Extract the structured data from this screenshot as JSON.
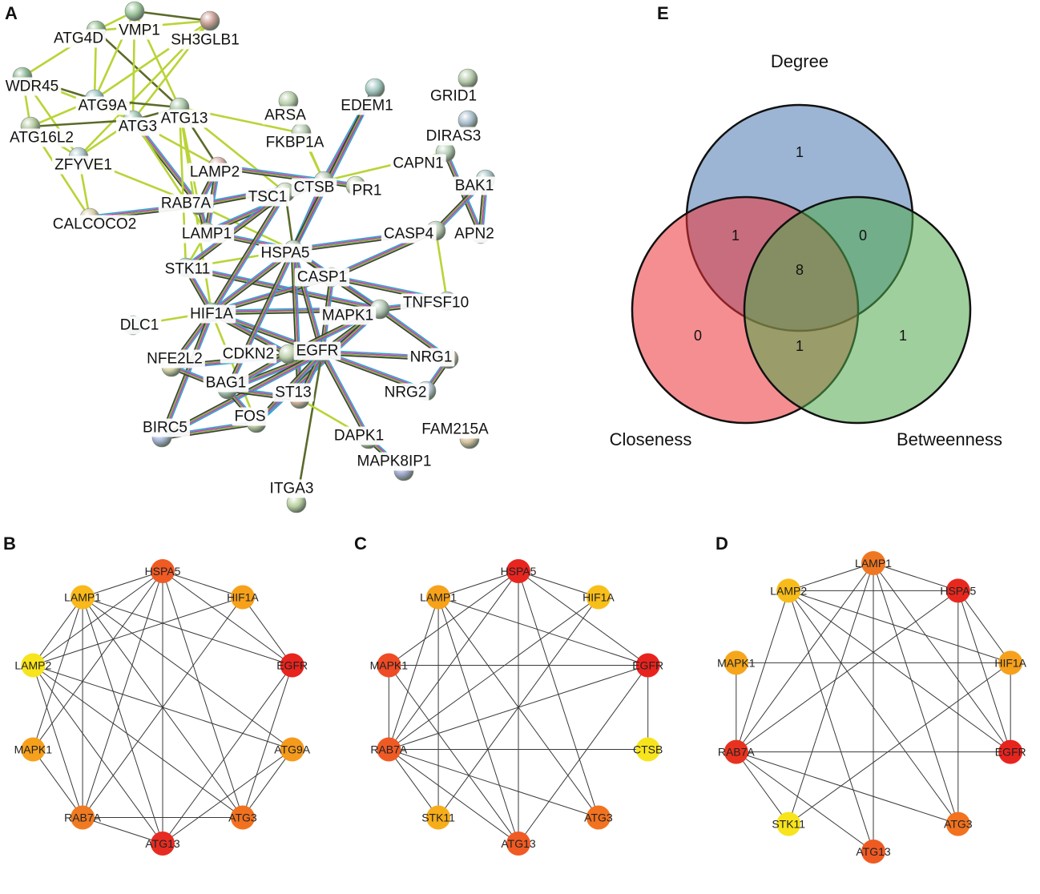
{
  "panel_letters": {
    "a": "A",
    "b": "B",
    "c": "C",
    "d": "D",
    "e": "E"
  },
  "ppi_network": {
    "nodes": [
      {
        "id": "ATG4D",
        "label": "ATG4D",
        "color": "#8fb98a"
      },
      {
        "id": "VMP1",
        "label": "VMP1",
        "color": "#9cc59a"
      },
      {
        "id": "SH3GLB1",
        "label": "SH3GLB1",
        "color": "#c79a90"
      },
      {
        "id": "WDR45",
        "label": "WDR45",
        "color": "#88b390"
      },
      {
        "id": "ATG9A",
        "label": "ATG9A",
        "color": "#9cc4c4"
      },
      {
        "id": "ATG3",
        "label": "ATG3",
        "color": "#9cc0b2"
      },
      {
        "id": "ATG13",
        "label": "ATG13",
        "color": "#a8c6a4"
      },
      {
        "id": "ATG16L2",
        "label": "ATG16L2",
        "color": "#b0c49a"
      },
      {
        "id": "ZFYVE1",
        "label": "ZFYVE1",
        "color": "#a9c2c6"
      },
      {
        "id": "CALCOCO2",
        "label": "CALCOCO2",
        "color": "#d4c8a2"
      },
      {
        "id": "LAMP2",
        "label": "LAMP2",
        "color": "#d8aaa6"
      },
      {
        "id": "RAB7A",
        "label": "RAB7A",
        "color": "#a6c4b2"
      },
      {
        "id": "LAMP1",
        "label": "LAMP1",
        "color": "#b6c9a6"
      },
      {
        "id": "STK11",
        "label": "STK11",
        "color": "#8fb8b0"
      },
      {
        "id": "HIF1A",
        "label": "HIF1A",
        "color": "#90b8a2"
      },
      {
        "id": "DLC1",
        "label": "DLC1",
        "color": "#9fbad2"
      },
      {
        "id": "NFE2L2",
        "label": "NFE2L2",
        "color": "#d8d6a8"
      },
      {
        "id": "CDKN2",
        "label": "CDKN2",
        "color": "#c0d2ae"
      },
      {
        "id": "BAG1",
        "label": "BAG1",
        "color": "#a9c6b4"
      },
      {
        "id": "BIRC5",
        "label": "BIRC5",
        "color": "#a6b4d8"
      },
      {
        "id": "FOS",
        "label": "FOS",
        "color": "#c2d2a6"
      },
      {
        "id": "ST13",
        "label": "ST13",
        "color": "#d6b6a2"
      },
      {
        "id": "EGFR",
        "label": "EGFR",
        "color": "#a8c0c4"
      },
      {
        "id": "HSPA5",
        "label": "HSPA5",
        "color": "#b2c6b2"
      },
      {
        "id": "CASP1",
        "label": "CASP1",
        "color": "#c4d2b2"
      },
      {
        "id": "MAPK1",
        "label": "MAPK1",
        "color": "#b4c8b6"
      },
      {
        "id": "TSC1",
        "label": "TSC1",
        "color": "#c2d2b8"
      },
      {
        "id": "CTSB",
        "label": "CTSB",
        "color": "#b6c6b4"
      },
      {
        "id": "PR1",
        "label": "PR1",
        "color": "#c8d6b8"
      },
      {
        "id": "FKBP1A",
        "label": "FKBP1A",
        "color": "#b4c8ae"
      },
      {
        "id": "ARSA",
        "label": "ARSA",
        "color": "#b6cca8"
      },
      {
        "id": "EDEM1",
        "label": "EDEM1",
        "color": "#9fc4c0"
      },
      {
        "id": "GRID1",
        "label": "GRID1",
        "color": "#b4c8a8"
      },
      {
        "id": "DIRAS3",
        "label": "DIRAS3",
        "color": "#a8bccc"
      },
      {
        "id": "CAPN1",
        "label": "CAPN1",
        "color": "#b2c8b0"
      },
      {
        "id": "BAK1",
        "label": "BAK1",
        "color": "#a2c0c6"
      },
      {
        "id": "CASP4",
        "label": "CASP4",
        "color": "#b8c8b0"
      },
      {
        "id": "CAPN2",
        "label": "APN2",
        "color": "#b0c2b8"
      },
      {
        "id": "TNFSF10",
        "label": "TNFSF10",
        "color": "#a4b8cc"
      },
      {
        "id": "NRG1",
        "label": "NRG1",
        "color": "#d8c0aa"
      },
      {
        "id": "NRG2",
        "label": "NRG2",
        "color": "#b6c2d0"
      },
      {
        "id": "DAPK1",
        "label": "DAPK1",
        "color": "#b8d0a6"
      },
      {
        "id": "FAM215A",
        "label": "FAM215A",
        "color": "#d6c29e"
      },
      {
        "id": "MAPK8IP1",
        "label": "MAPK8IP1",
        "color": "#9ea6cc"
      },
      {
        "id": "ITGA3",
        "label": "ITGA3",
        "color": "#b8d0a0"
      }
    ],
    "edges": [
      [
        "ATG4D",
        "VMP1",
        "g"
      ],
      [
        "ATG4D",
        "WDR45",
        "g"
      ],
      [
        "ATG4D",
        "ATG9A",
        "g"
      ],
      [
        "ATG4D",
        "ATG13",
        "d"
      ],
      [
        "ATG4D",
        "SH3GLB1",
        "g"
      ],
      [
        "VMP1",
        "SH3GLB1",
        "d"
      ],
      [
        "VMP1",
        "ATG9A",
        "g"
      ],
      [
        "VMP1",
        "ATG13",
        "g"
      ],
      [
        "VMP1",
        "ATG3",
        "g"
      ],
      [
        "SH3GLB1",
        "ATG9A",
        "g"
      ],
      [
        "SH3GLB1",
        "ATG3",
        "g"
      ],
      [
        "SH3GLB1",
        "ZFYVE1",
        "g"
      ],
      [
        "WDR45",
        "ATG9A",
        "d"
      ],
      [
        "WDR45",
        "ATG16L2",
        "g"
      ],
      [
        "WDR45",
        "ATG3",
        "g"
      ],
      [
        "WDR45",
        "ZFYVE1",
        "g"
      ],
      [
        "ATG9A",
        "ATG3",
        "d"
      ],
      [
        "ATG9A",
        "ATG13",
        "d"
      ],
      [
        "ATG9A",
        "ATG16L2",
        "g"
      ],
      [
        "ATG9A",
        "LAMP2",
        "g"
      ],
      [
        "ATG3",
        "ATG13",
        "d"
      ],
      [
        "ATG3",
        "ATG16L2",
        "d"
      ],
      [
        "ATG3",
        "ZFYVE1",
        "g"
      ],
      [
        "ATG3",
        "RAB7A",
        "m"
      ],
      [
        "ATG3",
        "LAMP1",
        "g"
      ],
      [
        "ATG13",
        "TSC1",
        "g"
      ],
      [
        "ATG13",
        "FKBP1A",
        "g"
      ],
      [
        "ATG13",
        "RAB7A",
        "g"
      ],
      [
        "ATG13",
        "STK11",
        "g"
      ],
      [
        "ATG13",
        "HIF1A",
        "g"
      ],
      [
        "ATG13",
        "LAMP2",
        "d"
      ],
      [
        "ATG16L2",
        "ZFYVE1",
        "g"
      ],
      [
        "ATG16L2",
        "CALCOCO2",
        "g"
      ],
      [
        "ZFYVE1",
        "CALCOCO2",
        "g"
      ],
      [
        "ZFYVE1",
        "RAB7A",
        "g"
      ],
      [
        "CALCOCO2",
        "RAB7A",
        "m"
      ],
      [
        "LAMP2",
        "LAMP1",
        "m"
      ],
      [
        "LAMP2",
        "RAB7A",
        "m"
      ],
      [
        "LAMP2",
        "CTSB",
        "m"
      ],
      [
        "RAB7A",
        "LAMP1",
        "m"
      ],
      [
        "RAB7A",
        "TSC1",
        "g"
      ],
      [
        "RAB7A",
        "CTSB",
        "m"
      ],
      [
        "RAB7A",
        "HSPA5",
        "g"
      ],
      [
        "LAMP1",
        "CTSB",
        "m"
      ],
      [
        "LAMP1",
        "HSPA5",
        "m"
      ],
      [
        "LAMP1",
        "STK11",
        "g"
      ],
      [
        "STK11",
        "HSPA5",
        "g"
      ],
      [
        "STK11",
        "HIF1A",
        "m"
      ],
      [
        "STK11",
        "MAPK1",
        "m"
      ],
      [
        "STK11",
        "TSC1",
        "m"
      ],
      [
        "HIF1A",
        "HSPA5",
        "m"
      ],
      [
        "HIF1A",
        "EGFR",
        "m"
      ],
      [
        "HIF1A",
        "MAPK1",
        "m"
      ],
      [
        "HIF1A",
        "CASP1",
        "m"
      ],
      [
        "HIF1A",
        "NFE2L2",
        "m"
      ],
      [
        "HIF1A",
        "CDKN2",
        "m"
      ],
      [
        "HIF1A",
        "BIRC5",
        "m"
      ],
      [
        "HIF1A",
        "FOS",
        "g"
      ],
      [
        "HIF1A",
        "DLC1",
        "g"
      ],
      [
        "HSPA5",
        "EGFR",
        "m"
      ],
      [
        "HSPA5",
        "CASP1",
        "m"
      ],
      [
        "HSPA5",
        "MAPK1",
        "m"
      ],
      [
        "HSPA5",
        "CTSB",
        "m"
      ],
      [
        "HSPA5",
        "TSC1",
        "d"
      ],
      [
        "HSPA5",
        "CASP4",
        "m"
      ],
      [
        "HSPA5",
        "ST13",
        "m"
      ],
      [
        "HSPA5",
        "BAG1",
        "m"
      ],
      [
        "CASP1",
        "EGFR",
        "m"
      ],
      [
        "CASP1",
        "CASP4",
        "m"
      ],
      [
        "CASP1",
        "TNFSF10",
        "m"
      ],
      [
        "CASP1",
        "MAPK1",
        "m"
      ],
      [
        "MAPK1",
        "EGFR",
        "m"
      ],
      [
        "MAPK1",
        "TNFSF10",
        "m"
      ],
      [
        "MAPK1",
        "NRG1",
        "m"
      ],
      [
        "MAPK1",
        "FOS",
        "m"
      ],
      [
        "MAPK1",
        "CDKN2",
        "m"
      ],
      [
        "EGFR",
        "NRG1",
        "m"
      ],
      [
        "EGFR",
        "NRG2",
        "m"
      ],
      [
        "EGFR",
        "ST13",
        "m"
      ],
      [
        "EGFR",
        "FOS",
        "m"
      ],
      [
        "EGFR",
        "BAG1",
        "m"
      ],
      [
        "EGFR",
        "DAPK1",
        "m"
      ],
      [
        "EGFR",
        "ITGA3",
        "d"
      ],
      [
        "EGFR",
        "CDKN2",
        "m"
      ],
      [
        "EGFR",
        "BIRC5",
        "m"
      ],
      [
        "EGFR",
        "NFE2L2",
        "m"
      ],
      [
        "CDKN2",
        "BAG1",
        "m"
      ],
      [
        "BAG1",
        "ST13",
        "m"
      ],
      [
        "BAG1",
        "FOS",
        "m"
      ],
      [
        "BIRC5",
        "FOS",
        "m"
      ],
      [
        "NFE2L2",
        "BAG1",
        "m"
      ],
      [
        "CTSB",
        "CAPN1",
        "g"
      ],
      [
        "CTSB",
        "EDEM1",
        "m"
      ],
      [
        "CTSB",
        "FKBP1A",
        "g"
      ],
      [
        "CTSB",
        "ARSA",
        "g"
      ],
      [
        "CTSB",
        "PR1",
        "m"
      ],
      [
        "EDEM1",
        "HSPA5",
        "m"
      ],
      [
        "CAPN1",
        "CAPN2",
        "m"
      ],
      [
        "BAK1",
        "CASP4",
        "m"
      ],
      [
        "BAK1",
        "CAPN2",
        "m"
      ],
      [
        "CASP4",
        "TNFSF10",
        "g"
      ],
      [
        "TSC1",
        "HIF1A",
        "m"
      ],
      [
        "DAPK1",
        "ST13",
        "g"
      ],
      [
        "DAPK1",
        "MAPK8IP1",
        "m"
      ],
      [
        "NRG2",
        "NRG1",
        "m"
      ]
    ]
  },
  "net_b": {
    "nodes": [
      {
        "id": "HSPA5",
        "label": "HSPA5",
        "color": "#f05a23"
      },
      {
        "id": "HIF1A",
        "label": "HIF1A",
        "color": "#f7a11a"
      },
      {
        "id": "EGFR",
        "label": "EGFR",
        "color": "#e8241e"
      },
      {
        "id": "ATG9A",
        "label": "ATG9A",
        "color": "#f59a1b"
      },
      {
        "id": "ATG3",
        "label": "ATG3",
        "color": "#f2711f"
      },
      {
        "id": "ATG13",
        "label": "ATG13",
        "color": "#e62c22"
      },
      {
        "id": "RAB7A",
        "label": "RAB7A",
        "color": "#f07a21"
      },
      {
        "id": "MAPK1",
        "label": "MAPK1",
        "color": "#f6a01b"
      },
      {
        "id": "LAMP2",
        "label": "LAMP2",
        "color": "#f8e41c"
      },
      {
        "id": "LAMP1",
        "label": "LAMP1",
        "color": "#f9b91a"
      }
    ],
    "edges": [
      [
        0,
        1
      ],
      [
        0,
        2
      ],
      [
        0,
        8
      ],
      [
        0,
        9
      ],
      [
        0,
        6
      ],
      [
        0,
        5
      ],
      [
        0,
        4
      ],
      [
        1,
        2
      ],
      [
        1,
        8
      ],
      [
        1,
        6
      ],
      [
        2,
        9
      ],
      [
        2,
        5
      ],
      [
        2,
        4
      ],
      [
        3,
        4
      ],
      [
        3,
        5
      ],
      [
        3,
        8
      ],
      [
        3,
        9
      ],
      [
        4,
        9
      ],
      [
        4,
        6
      ],
      [
        4,
        8
      ],
      [
        5,
        6
      ],
      [
        5,
        8
      ],
      [
        5,
        9
      ],
      [
        6,
        7
      ],
      [
        6,
        8
      ],
      [
        6,
        9
      ],
      [
        7,
        0
      ],
      [
        7,
        9
      ],
      [
        8,
        9
      ]
    ]
  },
  "net_c": {
    "nodes": [
      {
        "id": "HSPA5",
        "label": "HSPA5",
        "color": "#e8251f"
      },
      {
        "id": "HIF1A",
        "label": "HIF1A",
        "color": "#f8be19"
      },
      {
        "id": "EGFR",
        "label": "EGFR",
        "color": "#e8231e"
      },
      {
        "id": "CTSB",
        "label": "CTSB",
        "color": "#f7e41c"
      },
      {
        "id": "ATG3",
        "label": "ATG3",
        "color": "#f2721f"
      },
      {
        "id": "ATG13",
        "label": "ATG13",
        "color": "#f05a23"
      },
      {
        "id": "STK11",
        "label": "STK11",
        "color": "#f6ad1a"
      },
      {
        "id": "RAB7A",
        "label": "RAB7A",
        "color": "#ef5a24"
      },
      {
        "id": "MAPK1",
        "label": "MAPK1",
        "color": "#ef4b25"
      },
      {
        "id": "LAMP1",
        "label": "LAMP1",
        "color": "#f7a21a"
      }
    ],
    "edges": [
      [
        0,
        1
      ],
      [
        0,
        2
      ],
      [
        0,
        9
      ],
      [
        0,
        7
      ],
      [
        0,
        8
      ],
      [
        0,
        4
      ],
      [
        0,
        5
      ],
      [
        1,
        6
      ],
      [
        1,
        7
      ],
      [
        2,
        8
      ],
      [
        2,
        9
      ],
      [
        2,
        7
      ],
      [
        2,
        3
      ],
      [
        2,
        5
      ],
      [
        3,
        7
      ],
      [
        4,
        7
      ],
      [
        4,
        9
      ],
      [
        5,
        7
      ],
      [
        5,
        9
      ],
      [
        6,
        7
      ],
      [
        6,
        9
      ],
      [
        7,
        9
      ],
      [
        7,
        8
      ],
      [
        8,
        5
      ]
    ]
  },
  "net_d": {
    "nodes": [
      {
        "id": "LAMP1",
        "label": "LAMP1",
        "color": "#f07722"
      },
      {
        "id": "HSPA5",
        "label": "HSPA5",
        "color": "#e8281f"
      },
      {
        "id": "HIF1A",
        "label": "HIF1A",
        "color": "#f6a01b"
      },
      {
        "id": "EGFR",
        "label": "EGFR",
        "color": "#e8241e"
      },
      {
        "id": "ATG3",
        "label": "ATG3",
        "color": "#f2721f"
      },
      {
        "id": "ATG13",
        "label": "ATG13",
        "color": "#ef5a23"
      },
      {
        "id": "STK11",
        "label": "STK11",
        "color": "#f7e41c"
      },
      {
        "id": "RAB7A",
        "label": "RAB7A",
        "color": "#e8321f"
      },
      {
        "id": "MAPK1",
        "label": "MAPK1",
        "color": "#f6a61b"
      },
      {
        "id": "LAMP2",
        "label": "LAMP2",
        "color": "#f8bc1a"
      }
    ],
    "edges": [
      [
        0,
        1
      ],
      [
        0,
        9
      ],
      [
        0,
        7
      ],
      [
        0,
        5
      ],
      [
        0,
        4
      ],
      [
        0,
        3
      ],
      [
        0,
        6
      ],
      [
        1,
        9
      ],
      [
        1,
        2
      ],
      [
        1,
        3
      ],
      [
        1,
        4
      ],
      [
        1,
        7
      ],
      [
        2,
        3
      ],
      [
        2,
        8
      ],
      [
        2,
        6
      ],
      [
        2,
        9
      ],
      [
        3,
        7
      ],
      [
        3,
        9
      ],
      [
        4,
        7
      ],
      [
        4,
        9
      ],
      [
        5,
        7
      ],
      [
        5,
        9
      ],
      [
        6,
        7
      ],
      [
        7,
        8
      ],
      [
        7,
        9
      ]
    ]
  },
  "venn": {
    "sets": [
      {
        "name": "Degree",
        "color": "#4a78b0"
      },
      {
        "name": "Closeness",
        "color": "#ec3236"
      },
      {
        "name": "Betweenness",
        "color": "#4fa84a"
      }
    ],
    "counts": {
      "degree_only": "1",
      "closeness_only": "0",
      "betweenness_only": "1",
      "degree_closeness": "1",
      "degree_betweenness": "0",
      "closeness_betweenness": "1",
      "all_three": "8"
    }
  }
}
